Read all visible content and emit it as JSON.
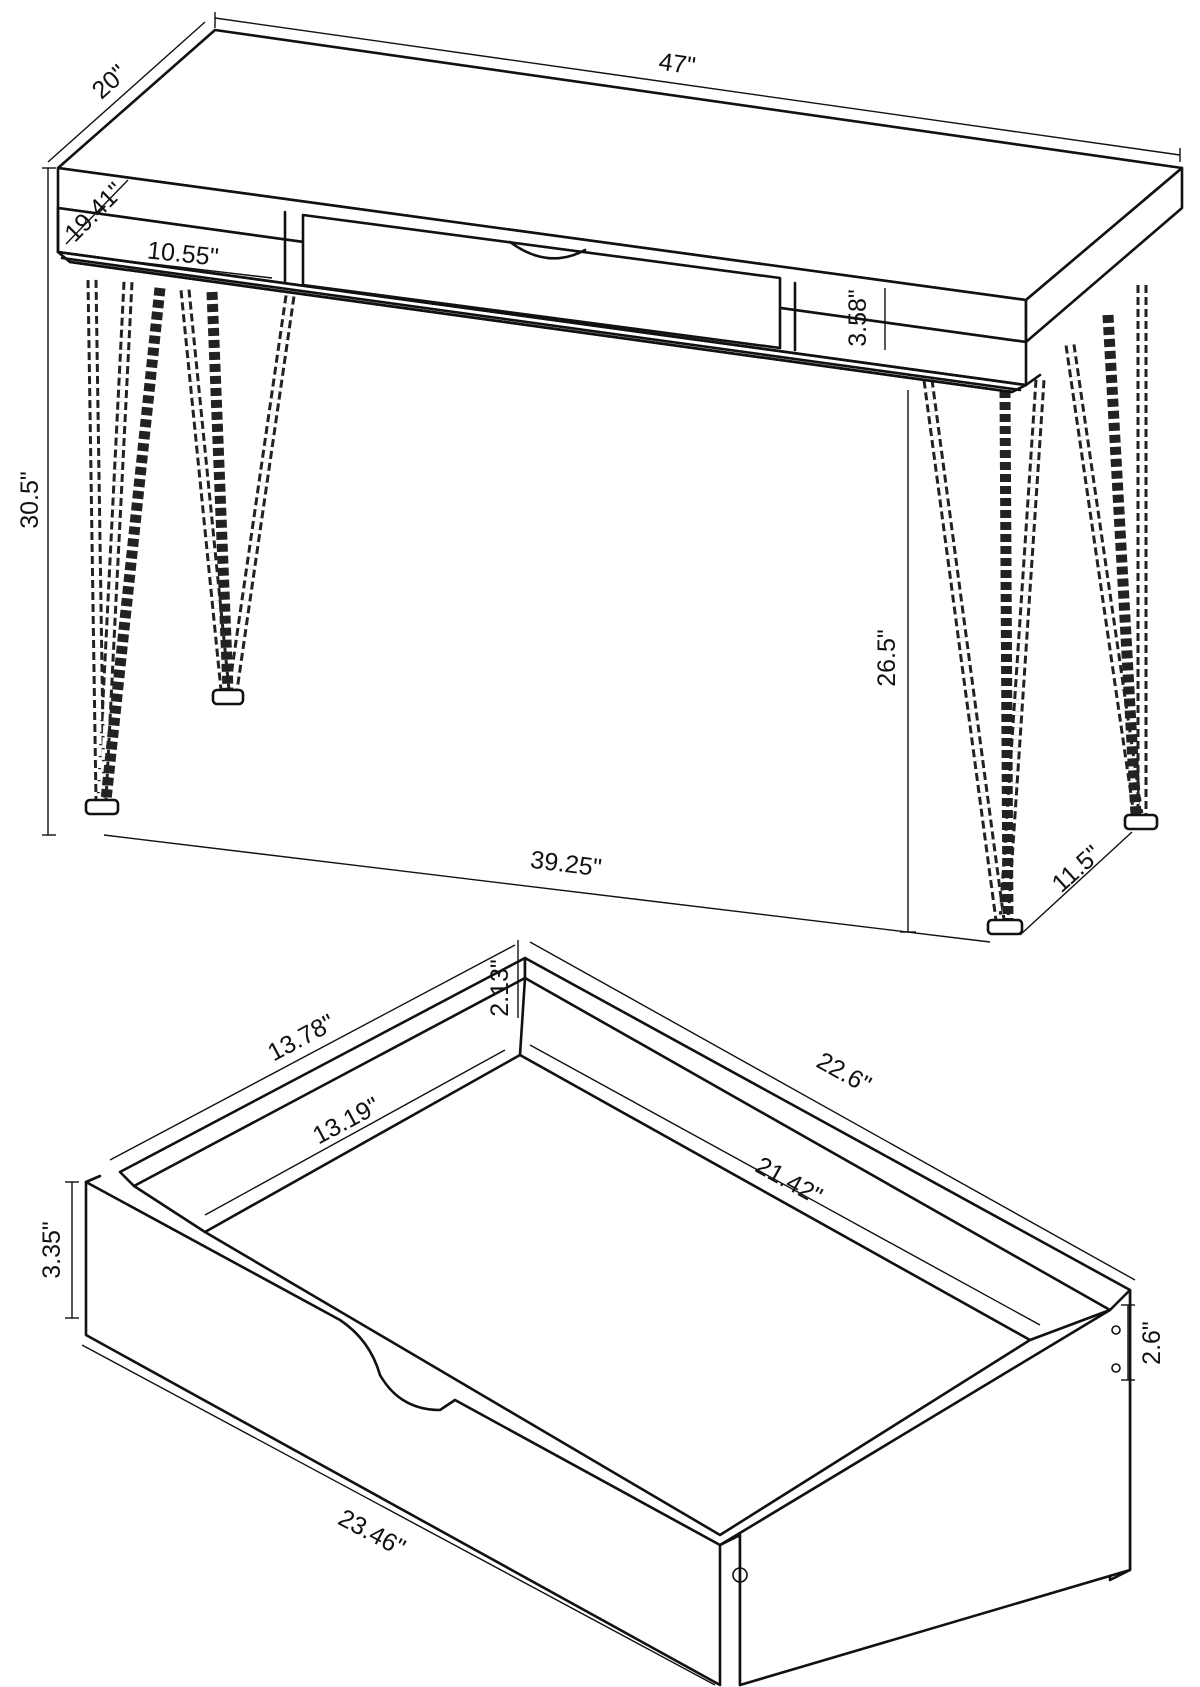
{
  "desk_dimensions": {
    "top_width": "47\"",
    "top_depth": "20\"",
    "overall_height": "30.5\"",
    "shelf_depth": "19.41\"",
    "shelf_width": "10.55\"",
    "shelf_height": "3.58\"",
    "leg_clearance_height": "26.5\"",
    "leg_span_width": "39.25\"",
    "leg_span_depth": "11.5\""
  },
  "drawer_dimensions": {
    "outer_width": "13.78\"",
    "inner_height": "2.13\"",
    "outer_depth": "22.6\"",
    "inner_width": "13.19\"",
    "inner_depth": "21.42\"",
    "front_height": "3.35\"",
    "side_height": "2.6\"",
    "front_width": "23.46\""
  }
}
